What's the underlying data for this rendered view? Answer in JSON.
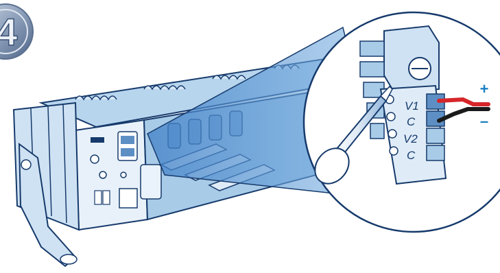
{
  "step": {
    "number": "4"
  },
  "connector": {
    "pins": [
      "V1",
      "C",
      "V2",
      "C"
    ]
  },
  "polarity": {
    "positive": "+",
    "negative": "–"
  },
  "wires": {
    "positive_color": "#d6262a",
    "negative_color": "#1a1a1a"
  },
  "colors": {
    "chassis": "#a8cbe8",
    "chassis_dark": "#5d8fc4",
    "outline": "#163a6b",
    "zoom": "#6fa6d8",
    "badge": "#7f95b3"
  },
  "icons": {
    "tool": "screwdriver-icon",
    "badge": "step-badge-icon"
  }
}
